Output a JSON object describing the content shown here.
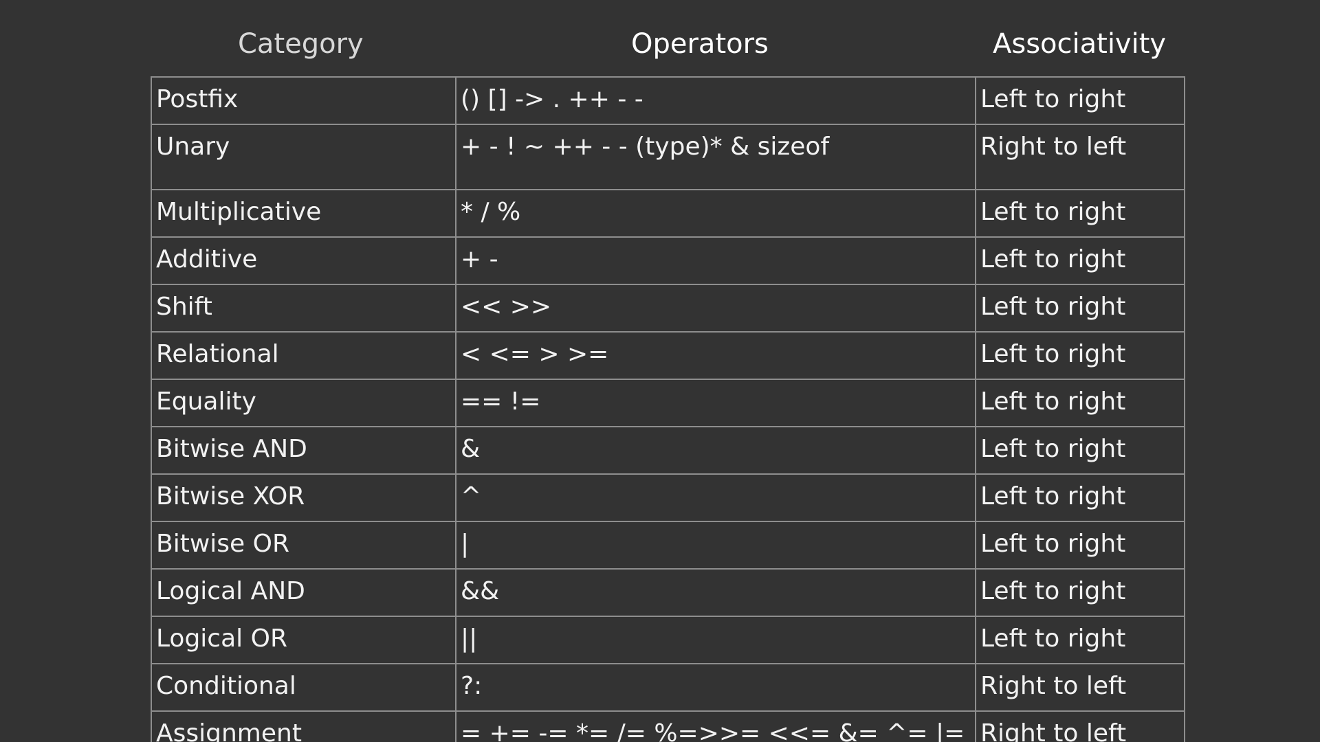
{
  "headers": {
    "category": "Category",
    "operators": "Operators",
    "associativity": "Associativity"
  },
  "rows": [
    {
      "category": "Postfix",
      "operators": "() [] -> . ++ - -",
      "associativity": "Left to right"
    },
    {
      "category": "Unary",
      "operators": "+ - ! ~ ++ - - (type)* & sizeof",
      "associativity": "Right to left"
    },
    {
      "category": "Multiplicative",
      "operators": "* / %",
      "associativity": "Left to right"
    },
    {
      "category": "Additive",
      "operators": "+ -",
      "associativity": "Left to right"
    },
    {
      "category": "Shift",
      "operators": "<< >>",
      "associativity": "Left to right"
    },
    {
      "category": "Relational",
      "operators": "< <= > >=",
      "associativity": "Left to right"
    },
    {
      "category": "Equality",
      "operators": "== !=",
      "associativity": "Left to right"
    },
    {
      "category": "Bitwise AND",
      "operators": "&",
      "associativity": "Left to right"
    },
    {
      "category": "Bitwise XOR",
      "operators": "^",
      "associativity": "Left to right"
    },
    {
      "category": "Bitwise OR",
      "operators": "|",
      "associativity": "Left to right"
    },
    {
      "category": "Logical AND",
      "operators": "&&",
      "associativity": "Left to right"
    },
    {
      "category": "Logical OR",
      "operators": "||",
      "associativity": "Left to right"
    },
    {
      "category": "Conditional",
      "operators": "?:",
      "associativity": "Right to left"
    },
    {
      "category": "Assignment",
      "operators": "= += -= *= /= %=>>= <<= &= ^= |=",
      "associativity": "Right to left"
    }
  ]
}
